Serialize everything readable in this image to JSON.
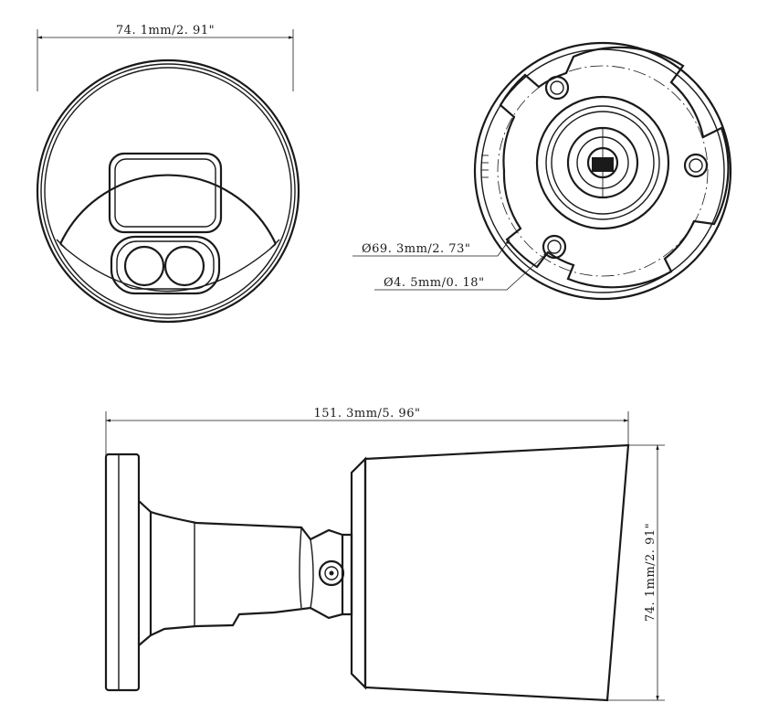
{
  "front_view": {
    "width_label": "74. 1mm/2. 91\""
  },
  "rear_view": {
    "diameter_label": "Ø69. 3mm/2. 73\"",
    "hole_label": "Ø4. 5mm/0. 18\""
  },
  "side_view": {
    "length_label": "151. 3mm/5. 96\"",
    "height_label": "74. 1mm/2. 91\""
  }
}
